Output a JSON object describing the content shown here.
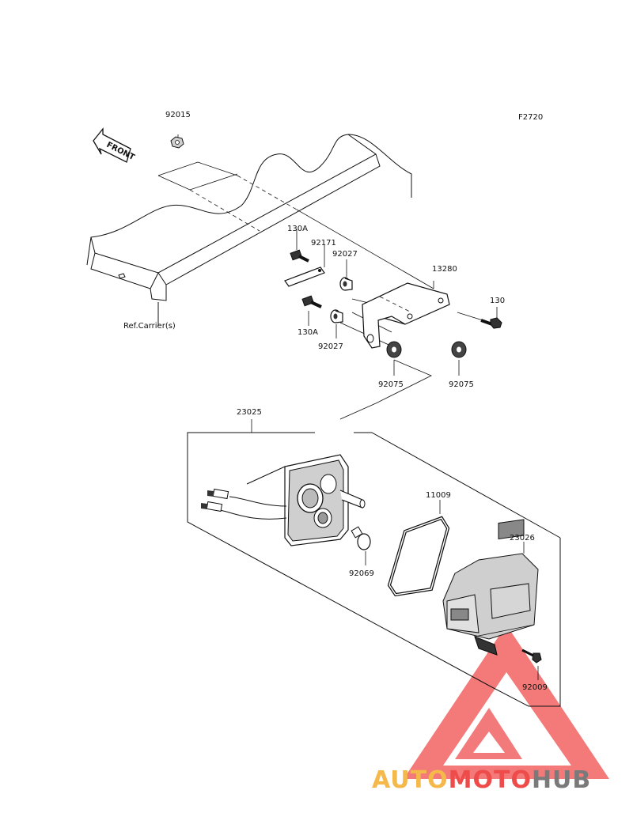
{
  "diagram": {
    "code": "F2720",
    "front_label": "FRONT",
    "ref_label": "Ref.Carrier(s)",
    "parts": {
      "p92015": "92015",
      "p130A_top": "130A",
      "p92171": "92171",
      "p92027_top": "92027",
      "p13280": "13280",
      "p130": "130",
      "p130A_bot": "130A",
      "p92027_bot": "92027",
      "p92075_left": "92075",
      "p92075_right": "92075",
      "p23025": "23025",
      "p11009": "11009",
      "p23026": "23026",
      "p92069": "92069",
      "p92009": "92009"
    }
  },
  "watermark": {
    "part1": "AUTO",
    "part2": "MOTO",
    "part3": "HUB",
    "colors": {
      "orange": "#f5b84a",
      "red": "#ee4b4b",
      "grey": "#7a7a7a",
      "triangle": "#f04848"
    }
  }
}
